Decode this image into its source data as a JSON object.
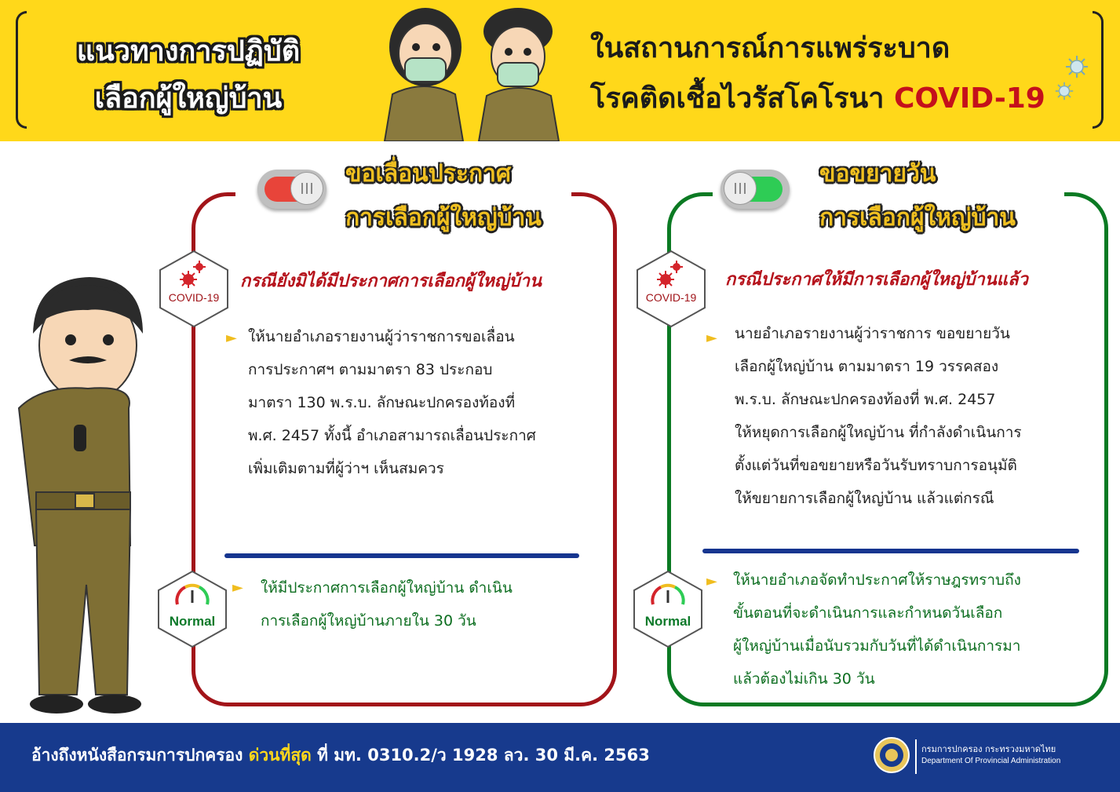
{
  "header": {
    "title_line1": "แนวทางการปฏิบัติ",
    "title_line2": "เลือกผู้ใหญ่บ้าน",
    "subtitle_line1": "ในสถานการณ์การแพร่ระบาด",
    "subtitle_line2_prefix": "โรคติดเชื้อไวรัสโคโรนา ",
    "subtitle_covid": "COVID-19"
  },
  "left_panel": {
    "title_line1": "ขอเลื่อนประกาศ",
    "title_line2": "การเลือกผู้ใหญ่บ้าน",
    "case_heading": "กรณียังมิได้มีประกาศการเลือกผู้ใหญ่บ้าน",
    "covid_badge": "COVID-19",
    "bullet1_lines": [
      "ให้นายอำเภอรายงานผู้ว่าราชการขอเลื่อน",
      "การประกาศฯ ตามมาตรา 83 ประกอบ",
      "มาตรา 130 พ.ร.บ. ลักษณะปกครองท้องที่",
      "พ.ศ. 2457 ทั้งนี้ อำเภอสามารถเลื่อนประกาศ",
      "เพิ่มเติมตามที่ผู้ว่าฯ เห็นสมควร"
    ],
    "normal_badge": "Normal",
    "bullet2_lines": [
      "ให้มีประกาศการเลือกผู้ใหญ่บ้าน ดำเนิน",
      "การเลือกผู้ใหญ่บ้านภายใน 30 วัน"
    ]
  },
  "right_panel": {
    "title_line1": "ขอขยายวัน",
    "title_line2": "การเลือกผู้ใหญ่บ้าน",
    "case_heading": "กรณีประกาศให้มีการเลือกผู้ใหญ่บ้านแล้ว",
    "covid_badge": "COVID-19",
    "bullet1_lines": [
      "นายอำเภอรายงานผู้ว่าราชการ ขอขยายวัน",
      "เลือกผู้ใหญ่บ้าน ตามมาตรา 19 วรรคสอง",
      "พ.ร.บ. ลักษณะปกครองท้องที่ พ.ศ. 2457",
      "ให้หยุดการเลือกผู้ใหญ่บ้าน ที่กำลังดำเนินการ",
      "ตั้งแต่วันที่ขอขยายหรือวันรับทราบการอนุมัติ",
      "ให้ขยายการเลือกผู้ใหญ่บ้าน แล้วแต่กรณี"
    ],
    "normal_badge": "Normal",
    "bullet2_lines": [
      "ให้นายอำเภอจัดทำประกาศให้ราษฎรทราบถึง",
      "ขั้นตอนที่จะดำเนินการและกำหนดวันเลือก",
      "ผู้ใหญ่บ้านเมื่อนับรวมกับวันที่ได้ดำเนินการมา",
      "แล้วต้องไม่เกิน 30 วัน"
    ]
  },
  "footer": {
    "text_prefix": "อ้างถึงหนังสือกรมการปกครอง ",
    "text_highlight": "ด่วนที่สุด",
    "text_suffix": " ที่ มท. 0310.2/ว 1928 ลว. 30 มี.ค. 2563",
    "org_th": "กรมการปกครอง กระทรวงมหาดไทย",
    "org_en": "Department Of Provincial Administration"
  },
  "colors": {
    "header_bg": "#ffd81a",
    "left_accent": "#a21419",
    "right_accent": "#0b7a23",
    "footer_bg": "#173a8d",
    "toggle_off": "#e8443a",
    "toggle_on": "#2ecc55"
  },
  "icons": [
    "virus-icon",
    "speedometer-icon",
    "seal-icon"
  ]
}
